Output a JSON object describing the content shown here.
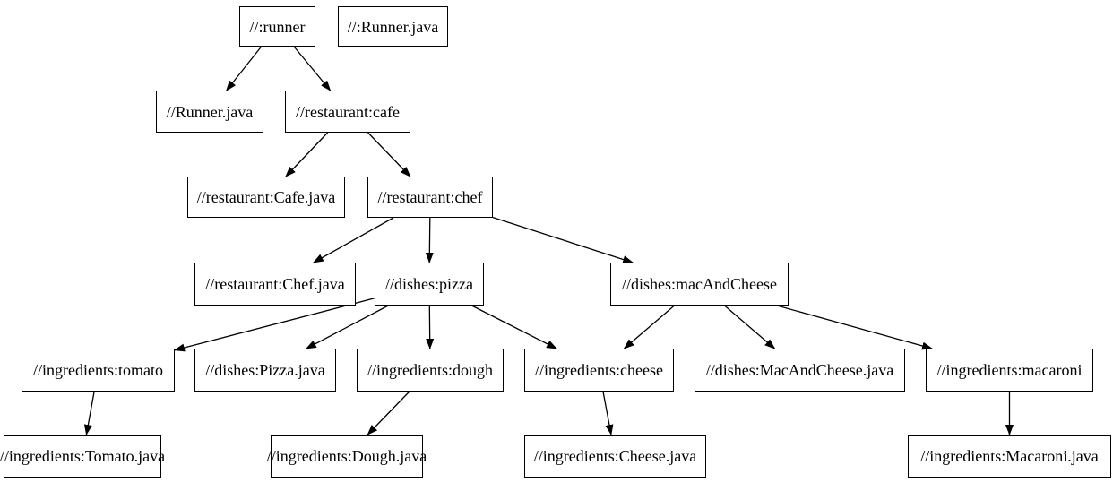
{
  "diagram": {
    "kind": "dependency-graph",
    "background_color": "#ffffff",
    "node_fill_color": "#ffffff",
    "node_border_color": "#000000",
    "edge_color": "#000000",
    "text_color": "#000000",
    "nodes": [
      {
        "id": "runner",
        "label": "//:runner"
      },
      {
        "id": "runner-java-top",
        "label": "//:Runner.java"
      },
      {
        "id": "runner-java",
        "label": "//Runner.java"
      },
      {
        "id": "cafe",
        "label": "//restaurant:cafe"
      },
      {
        "id": "cafe-java",
        "label": "//restaurant:Cafe.java"
      },
      {
        "id": "chef",
        "label": "//restaurant:chef"
      },
      {
        "id": "chef-java",
        "label": "//restaurant:Chef.java"
      },
      {
        "id": "pizza",
        "label": "//dishes:pizza"
      },
      {
        "id": "mac-and-cheese",
        "label": "//dishes:macAndCheese"
      },
      {
        "id": "tomato",
        "label": "//ingredients:tomato"
      },
      {
        "id": "pizza-java",
        "label": "//dishes:Pizza.java"
      },
      {
        "id": "dough",
        "label": "//ingredients:dough"
      },
      {
        "id": "cheese",
        "label": "//ingredients:cheese"
      },
      {
        "id": "mac-and-cheese-java",
        "label": "//dishes:MacAndCheese.java"
      },
      {
        "id": "macaroni",
        "label": "//ingredients:macaroni"
      },
      {
        "id": "tomato-java",
        "label": "//ingredients:Tomato.java"
      },
      {
        "id": "dough-java",
        "label": "//ingredients:Dough.java"
      },
      {
        "id": "cheese-java",
        "label": "//ingredients:Cheese.java"
      },
      {
        "id": "macaroni-java",
        "label": "//ingredients:Macaroni.java"
      }
    ],
    "edges": [
      {
        "from": "runner",
        "to": "runner-java"
      },
      {
        "from": "runner",
        "to": "cafe"
      },
      {
        "from": "cafe",
        "to": "cafe-java"
      },
      {
        "from": "cafe",
        "to": "chef"
      },
      {
        "from": "chef",
        "to": "chef-java"
      },
      {
        "from": "chef",
        "to": "pizza"
      },
      {
        "from": "chef",
        "to": "mac-and-cheese"
      },
      {
        "from": "pizza",
        "to": "tomato"
      },
      {
        "from": "pizza",
        "to": "pizza-java"
      },
      {
        "from": "pizza",
        "to": "dough"
      },
      {
        "from": "pizza",
        "to": "cheese"
      },
      {
        "from": "mac-and-cheese",
        "to": "cheese"
      },
      {
        "from": "mac-and-cheese",
        "to": "mac-and-cheese-java"
      },
      {
        "from": "mac-and-cheese",
        "to": "macaroni"
      },
      {
        "from": "tomato",
        "to": "tomato-java"
      },
      {
        "from": "dough",
        "to": "dough-java"
      },
      {
        "from": "cheese",
        "to": "cheese-java"
      },
      {
        "from": "macaroni",
        "to": "macaroni-java"
      }
    ]
  }
}
